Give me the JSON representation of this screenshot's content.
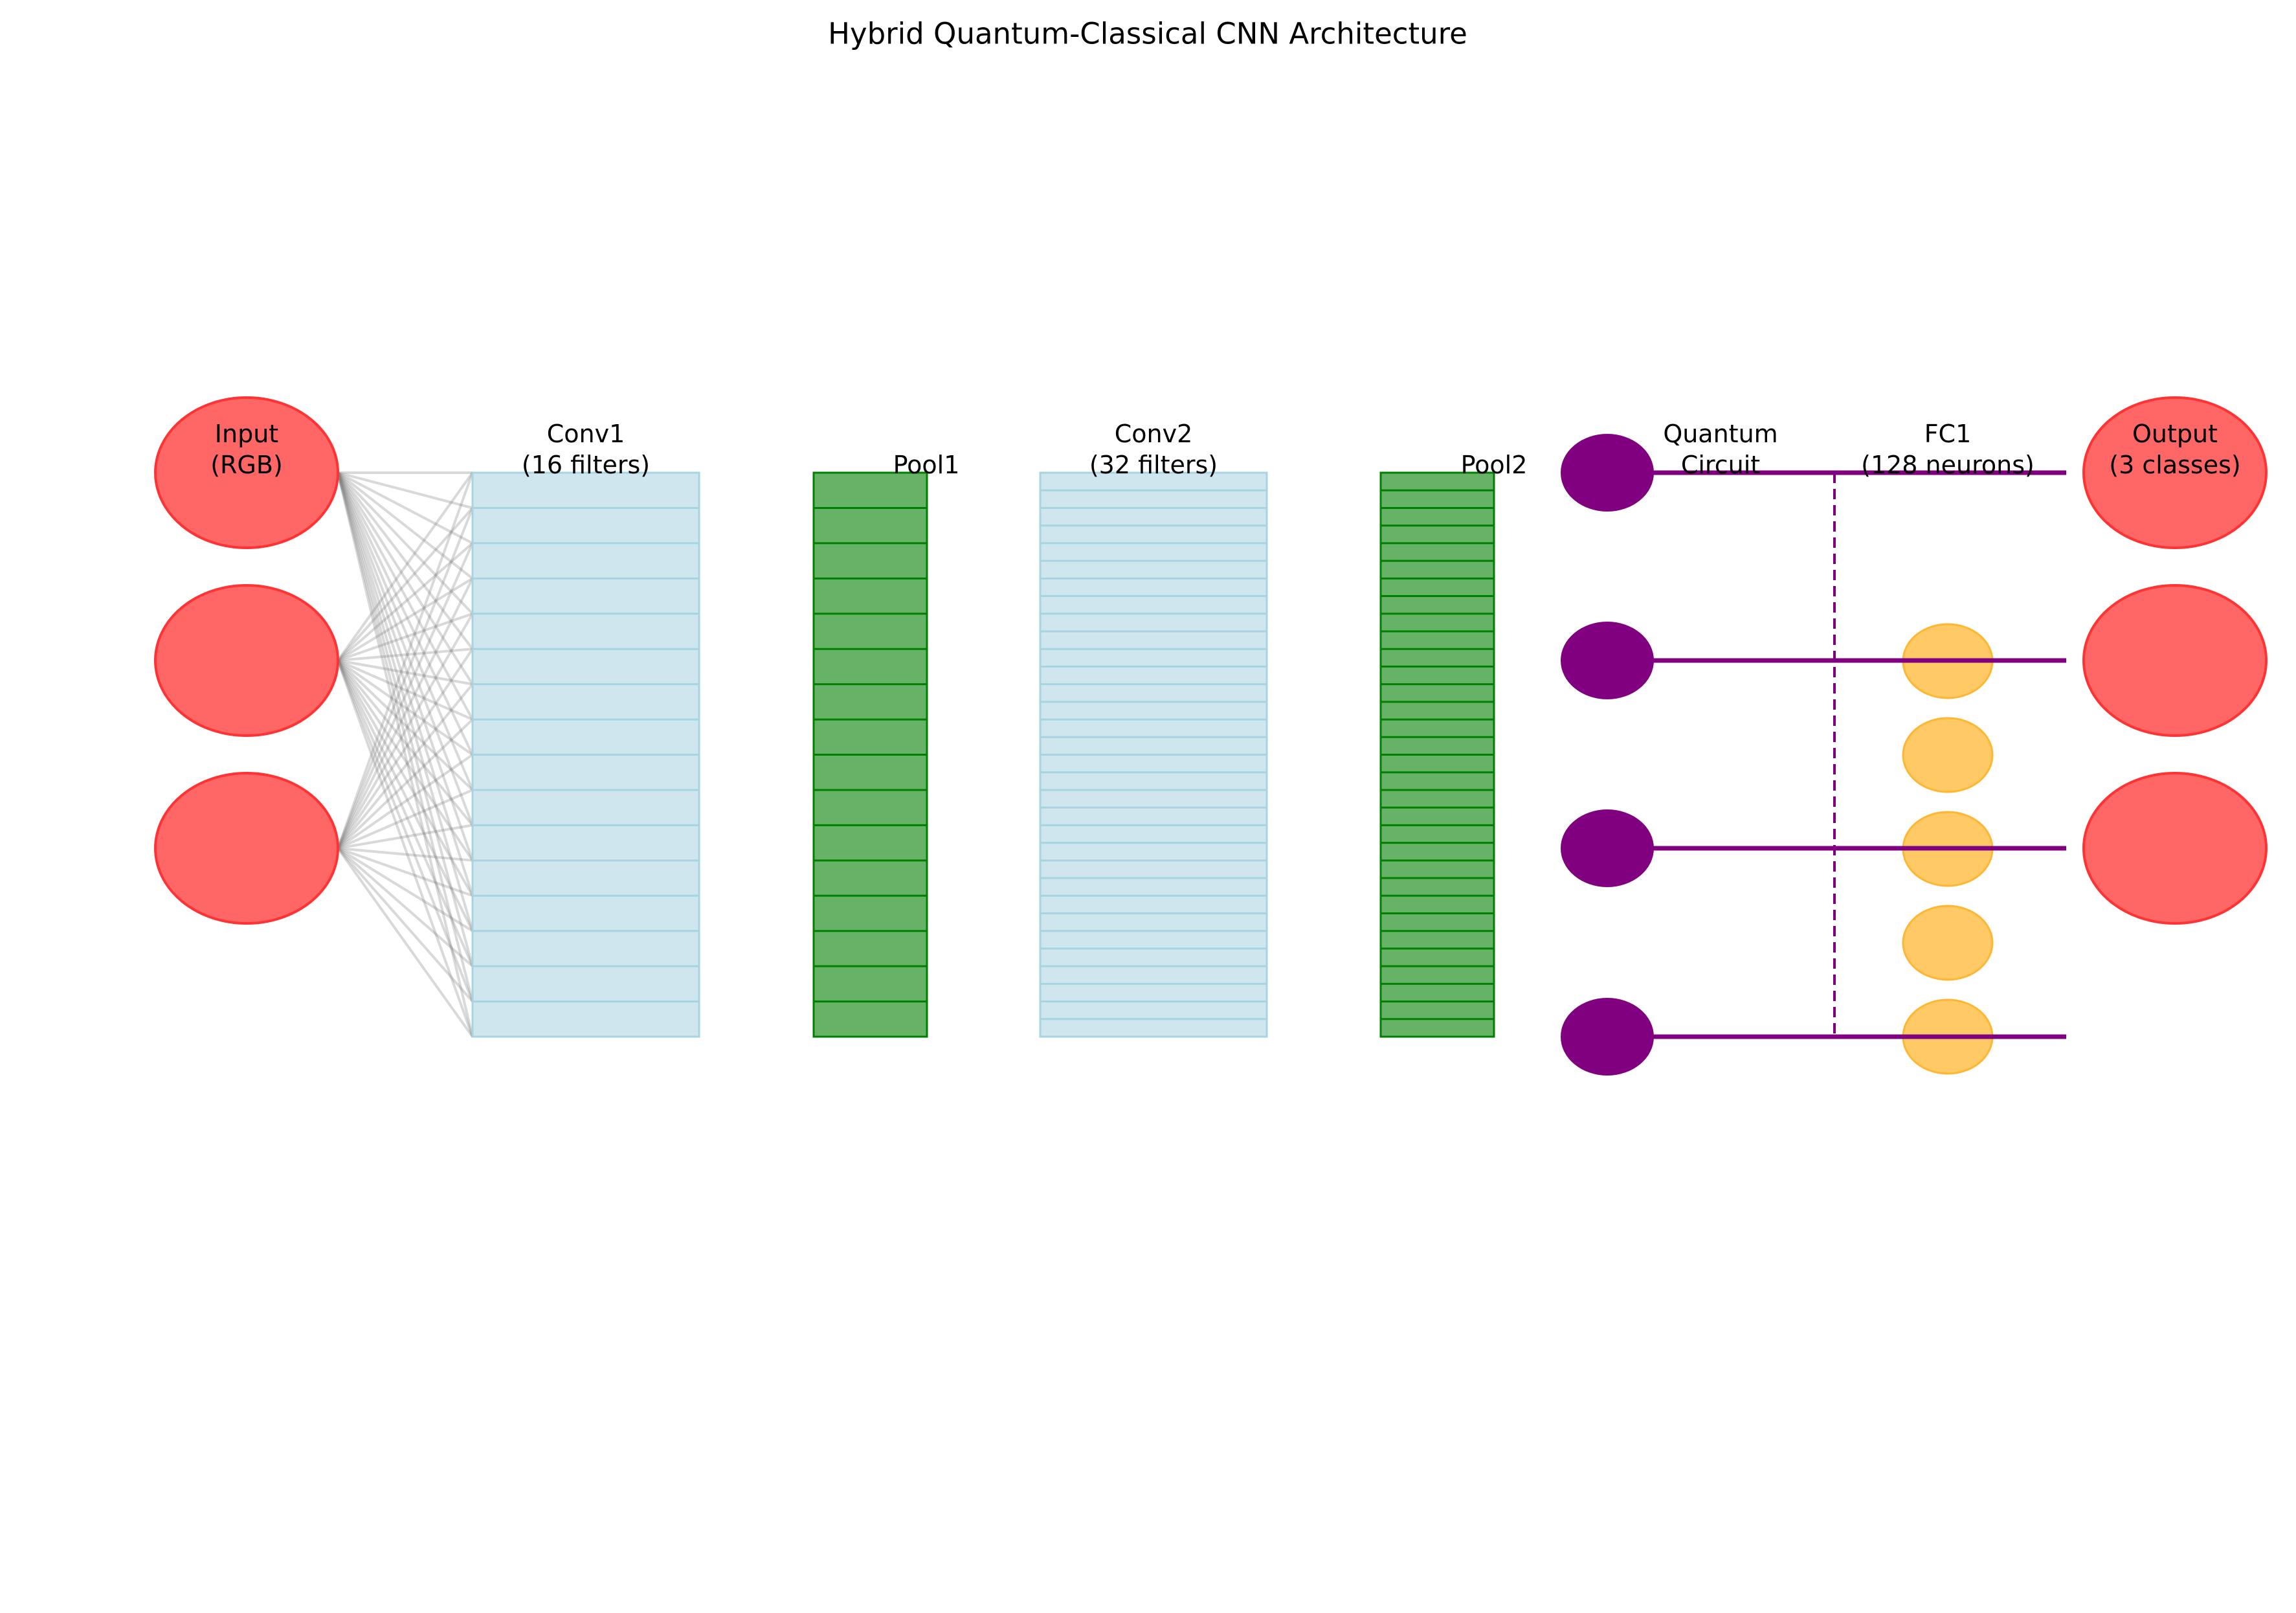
{
  "title": "Hybrid Quantum-Classical CNN Architecture",
  "layers": {
    "input": {
      "label_line1": "Input",
      "label_line2": "(RGB)",
      "nodes": 3
    },
    "conv1": {
      "label_line1": "Conv1",
      "label_line2": "(16 filters)",
      "filters": 16
    },
    "pool1": {
      "label_line1": "Pool1",
      "cells": 16
    },
    "conv2": {
      "label_line1": "Conv2",
      "label_line2": "(32 filters)",
      "filters": 32
    },
    "pool2": {
      "label_line1": "Pool2",
      "cells": 32
    },
    "quantum": {
      "label_line1": "Quantum",
      "label_line2": "Circuit",
      "qubits": 4
    },
    "fc1": {
      "label_line1": "FC1",
      "label_line2": "(128 neurons)",
      "neurons_shown": 5
    },
    "output": {
      "label_line1": "Output",
      "label_line2": "(3 classes)",
      "nodes": 3
    }
  },
  "colors": {
    "input_output_fill": "#ff6666",
    "input_output_stroke": "#ff3333",
    "conv_fill": "#cfe6ef",
    "conv_stroke": "#a8d4e2",
    "pool_fill": "#66b266",
    "pool_stroke": "#008000",
    "qubit": "#800080",
    "fc_fill": "#ffc966",
    "fc_stroke": "#ffb732",
    "connection": "#808080"
  }
}
